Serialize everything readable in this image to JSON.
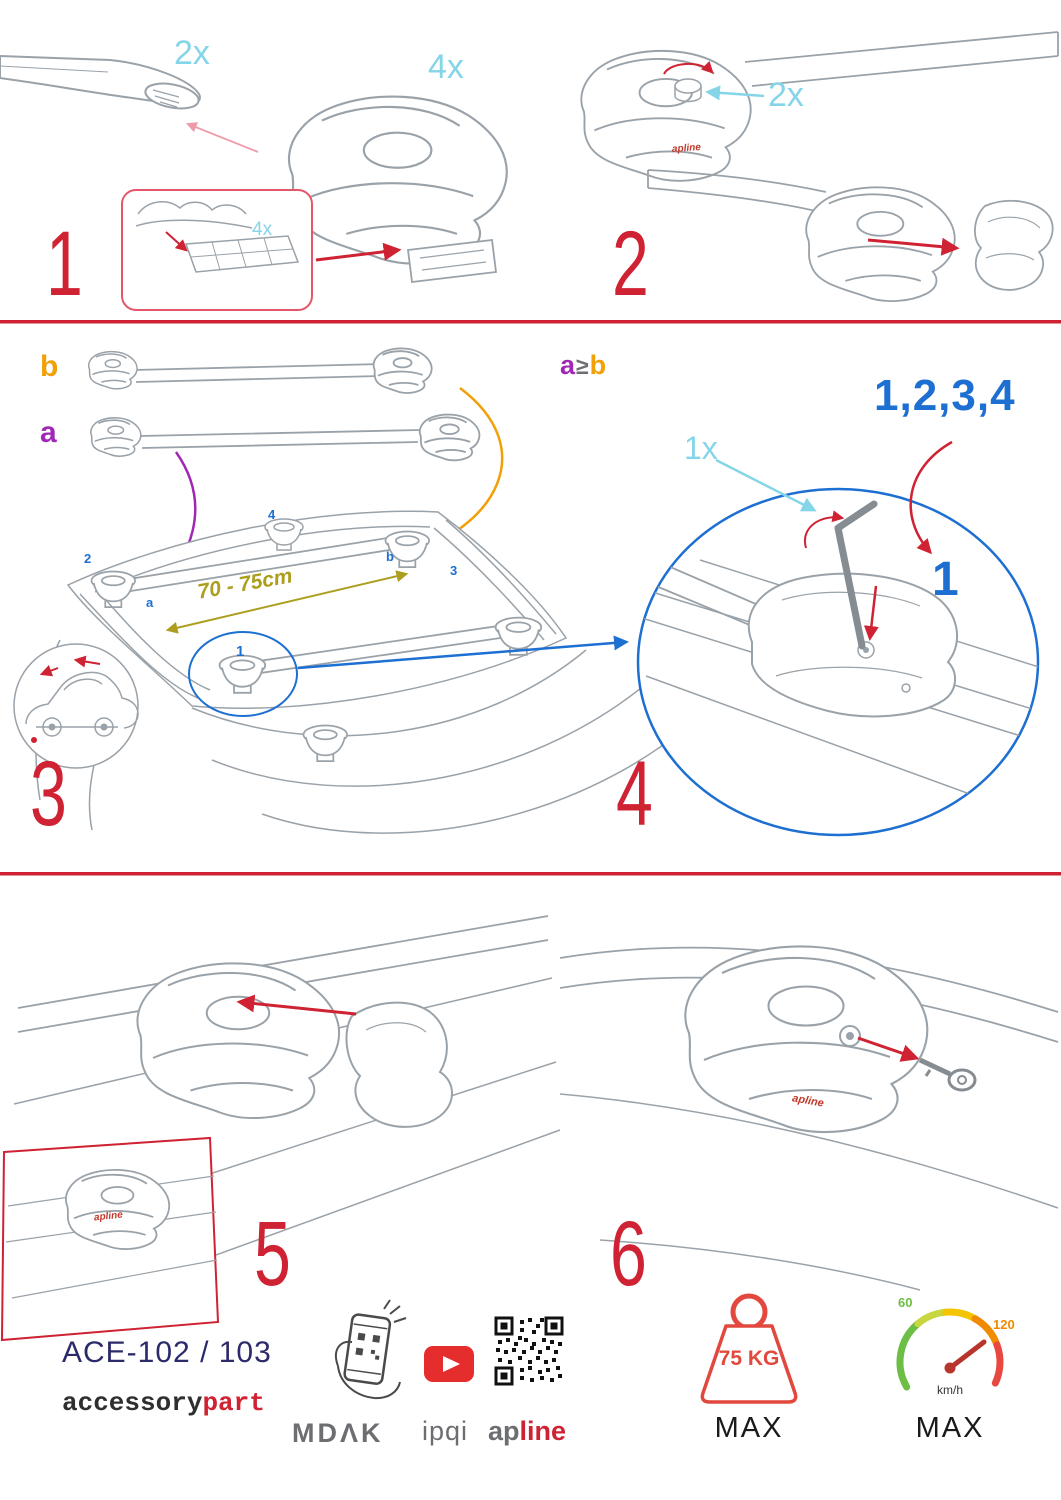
{
  "colors": {
    "red": "#cf2233",
    "cyan": "#85d5e8",
    "blue": "#1d6fd2",
    "purple": "#a128b5",
    "orange": "#f2a007",
    "olive": "#ac9f1f",
    "navy": "#2b2a6a",
    "gray": "#6d6e71",
    "green": "#6cbe45"
  },
  "steps": {
    "s1": {
      "num": "1",
      "qty_endcaps": "2x",
      "qty_feet": "4x",
      "qty_pads": "4x"
    },
    "s2": {
      "num": "2",
      "qty_keys": "2x"
    },
    "s3": {
      "num": "3",
      "bar_b": "b",
      "bar_a": "a",
      "spacing": "70 - 75cm",
      "marker_1": "1",
      "marker_2": "2",
      "marker_3": "3",
      "marker_4": "4",
      "marker_a": "a",
      "marker_b": "b"
    },
    "s4": {
      "num": "4",
      "rule_a": "a",
      "rule_op": "≥",
      "rule_b": "b",
      "sequence": "1,2,3,4",
      "qty_allen_key": "1x",
      "first": "1"
    },
    "s5": {
      "num": "5"
    },
    "s6": {
      "num": "6"
    }
  },
  "branding": {
    "model": "ACE-102 / 103",
    "brand_part1": "accessory",
    "brand_part2": "part",
    "mdak": "MDΛK",
    "ipqi": "ipqi",
    "apline_part1": "ap",
    "apline_part2": "line",
    "foot_logo": "apline"
  },
  "limits": {
    "max_weight": "75 KG",
    "weight_max_label": "MAX",
    "speed_low": "60",
    "speed_high": "120",
    "speed_unit": "km/h",
    "speed_max_label": "MAX"
  }
}
